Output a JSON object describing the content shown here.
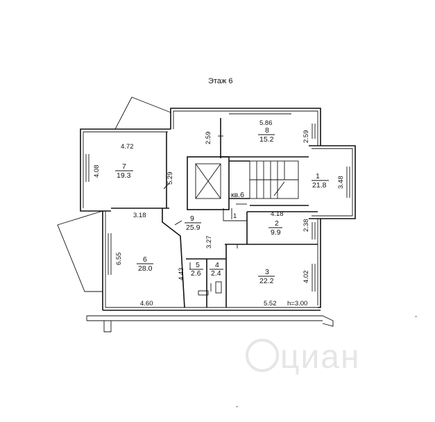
{
  "plan": {
    "floor_label": "Этаж 6",
    "apartment_label": "кв.6",
    "height_label": "h=3.00",
    "watermark": "циан",
    "rooms": [
      {
        "id": "1",
        "number": "1",
        "area": "21.8"
      },
      {
        "id": "2",
        "number": "2",
        "area": "9.9"
      },
      {
        "id": "3",
        "number": "3",
        "area": "22.2"
      },
      {
        "id": "4",
        "number": "4",
        "area": "2.4"
      },
      {
        "id": "5",
        "number": "5",
        "area": "2.6"
      },
      {
        "id": "6",
        "number": "6",
        "area": "28.0"
      },
      {
        "id": "7",
        "number": "7",
        "area": "19.3"
      },
      {
        "id": "8",
        "number": "8",
        "area": "15.2"
      },
      {
        "id": "9",
        "number": "9",
        "area": "25.9"
      }
    ],
    "dimensions": {
      "d586": "5.86",
      "d259a": "2.59",
      "d259b": "2.59",
      "d472": "4.72",
      "d408": "4.08",
      "d529": "5.29",
      "d348": "3.48",
      "d418": "4.18",
      "d238": "2.38",
      "d318": "3.18",
      "d327": "3.27",
      "d655": "6.55",
      "d443": "4.43",
      "d402": "4.02",
      "d460": "4.60",
      "d552": "5.52",
      "d1": "1"
    }
  }
}
